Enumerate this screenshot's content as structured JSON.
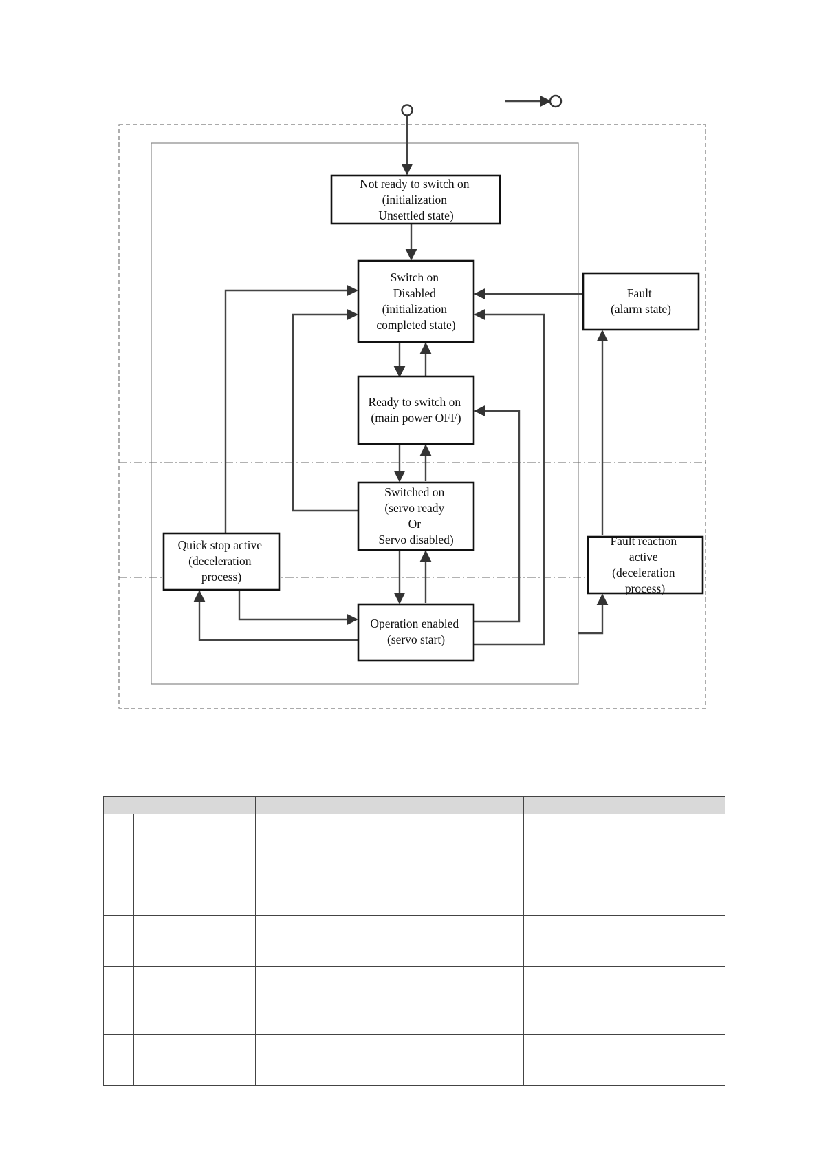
{
  "states": {
    "not_ready": [
      "Not ready to switch on",
      "(initialization",
      "Unsettled state)"
    ],
    "switch_on_disabled": [
      "Switch on",
      "Disabled",
      "(initialization",
      "completed state)"
    ],
    "ready_to_switch_on": [
      "Ready to switch on",
      "(main power OFF)"
    ],
    "switched_on": [
      "Switched on",
      "(servo ready",
      "Or",
      "Servo disabled)"
    ],
    "operation_enabled": [
      "Operation enabled",
      "(servo start)"
    ],
    "quick_stop_active": [
      "Quick stop active",
      "(deceleration",
      "process)"
    ],
    "fault": [
      "Fault",
      "(alarm state)"
    ],
    "fault_reaction_active": [
      "Fault reaction",
      "active",
      "(deceleration",
      "process)"
    ]
  },
  "table": {
    "header": [
      "",
      "",
      ""
    ],
    "rows": [
      [
        "",
        "",
        "",
        ""
      ],
      [
        "",
        "",
        "",
        ""
      ],
      [
        "",
        "",
        "",
        ""
      ],
      [
        "",
        "",
        "",
        ""
      ],
      [
        "",
        "",
        "",
        ""
      ],
      [
        "",
        "",
        "",
        ""
      ],
      [
        "",
        "",
        "",
        ""
      ]
    ]
  }
}
